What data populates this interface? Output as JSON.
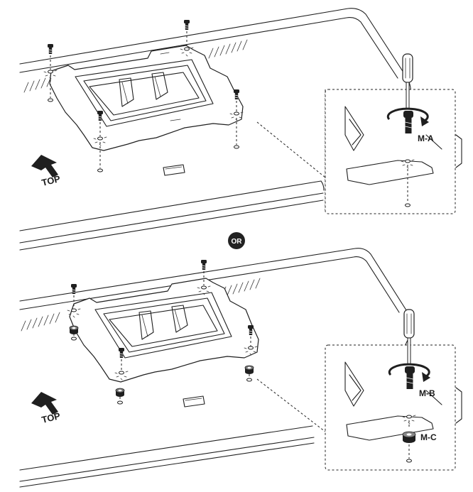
{
  "labels": {
    "top_upper": "TOP",
    "top_lower": "TOP",
    "or_badge": "OR",
    "screw_a": "M-A",
    "screw_b": "M-B",
    "spacer_c": "M-C"
  },
  "icons": {
    "arrow": "up-arrow-icon",
    "screwdriver": "screwdriver-icon",
    "rotation": "rotate-arrow-icon",
    "screw": "screw-icon",
    "spacer": "spacer-washer-icon"
  },
  "colors": {
    "line": "#1f1f1f",
    "background": "#ffffff",
    "badge": "#222222"
  }
}
